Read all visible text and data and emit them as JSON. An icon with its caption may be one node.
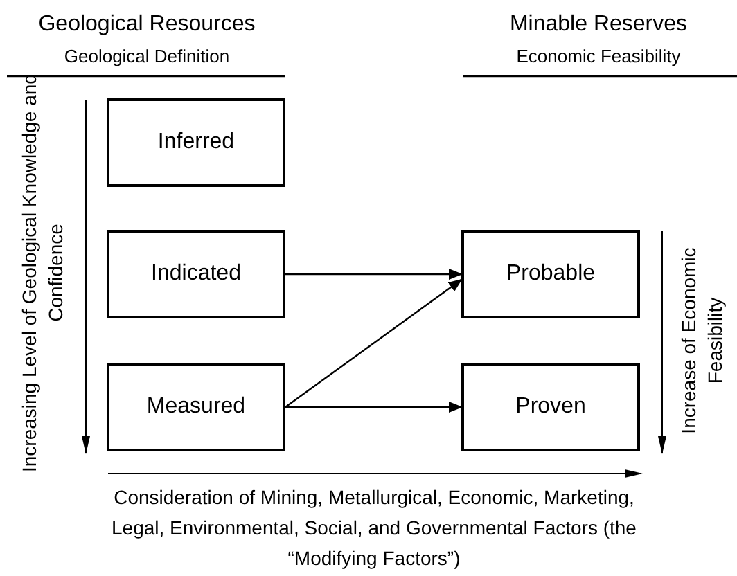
{
  "diagram": {
    "nodes": [
      {
        "text": [
          "Inferred"
        ]
      },
      {
        "text": [
          "Indicated"
        ]
      },
      {
        "text": [
          "Measured"
        ]
      },
      {
        "text": [
          "Probable"
        ]
      },
      {
        "text": [
          "Proven"
        ]
      }
    ],
    "edges": [
      {
        "from": 1,
        "to": 3,
        "arrow": "to"
      },
      {
        "from": 2,
        "to": 3,
        "arrow": "to"
      },
      {
        "from": 2,
        "to": 4,
        "arrow": "to"
      }
    ],
    "labels": [
      "Geological Resources",
      "Geological Definition",
      "Minable Reserves",
      "Economic Feasibility",
      "Increasing Level of Geological Knowledge and Confidence",
      "Increase of Economic Feasibility",
      "Consideration of Mining, Metallurgical, Economic, Marketing, Legal, Environmental, Social, and Governmental Factors (the “Modifying Factors”)"
    ]
  }
}
